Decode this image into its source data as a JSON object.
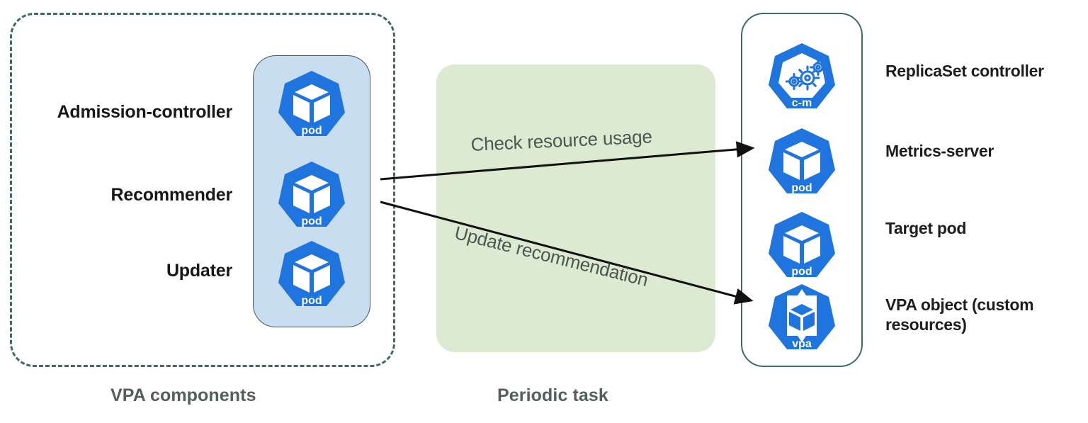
{
  "diagram": {
    "title_left": "VPA components",
    "title_middle": "Periodic task",
    "brand_blue": "#1f74dd",
    "panel_border": "#3e6a63",
    "green_fill": "#dbead1",
    "blue_fill": "#c9ddf1"
  },
  "vpa_panel": {
    "caption": "VPA components",
    "components": [
      {
        "label": "Admission-controller",
        "icon": "k8s-pod-icon",
        "icon_text": "pod"
      },
      {
        "label": "Recommender",
        "icon": "k8s-pod-icon",
        "icon_text": "pod"
      },
      {
        "label": "Updater",
        "icon": "k8s-pod-icon",
        "icon_text": "pod"
      }
    ]
  },
  "periodic": {
    "caption": "Periodic task",
    "flows": [
      {
        "label": "Check resource usage",
        "from": "Recommender",
        "to": "Metrics-server"
      },
      {
        "label": "Update recommendation",
        "from": "Recommender",
        "to": "VPA object (custom resources)"
      }
    ]
  },
  "cluster_panel": {
    "items": [
      {
        "label": "ReplicaSet controller",
        "icon": "k8s-controller-manager-icon",
        "icon_text": "c-m"
      },
      {
        "label": "Metrics-server",
        "icon": "k8s-pod-icon",
        "icon_text": "pod"
      },
      {
        "label": "Target pod",
        "icon": "k8s-pod-icon",
        "icon_text": "pod"
      },
      {
        "label": "VPA object (custom resources)",
        "icon": "k8s-vpa-icon",
        "icon_text": "vpa"
      }
    ]
  }
}
